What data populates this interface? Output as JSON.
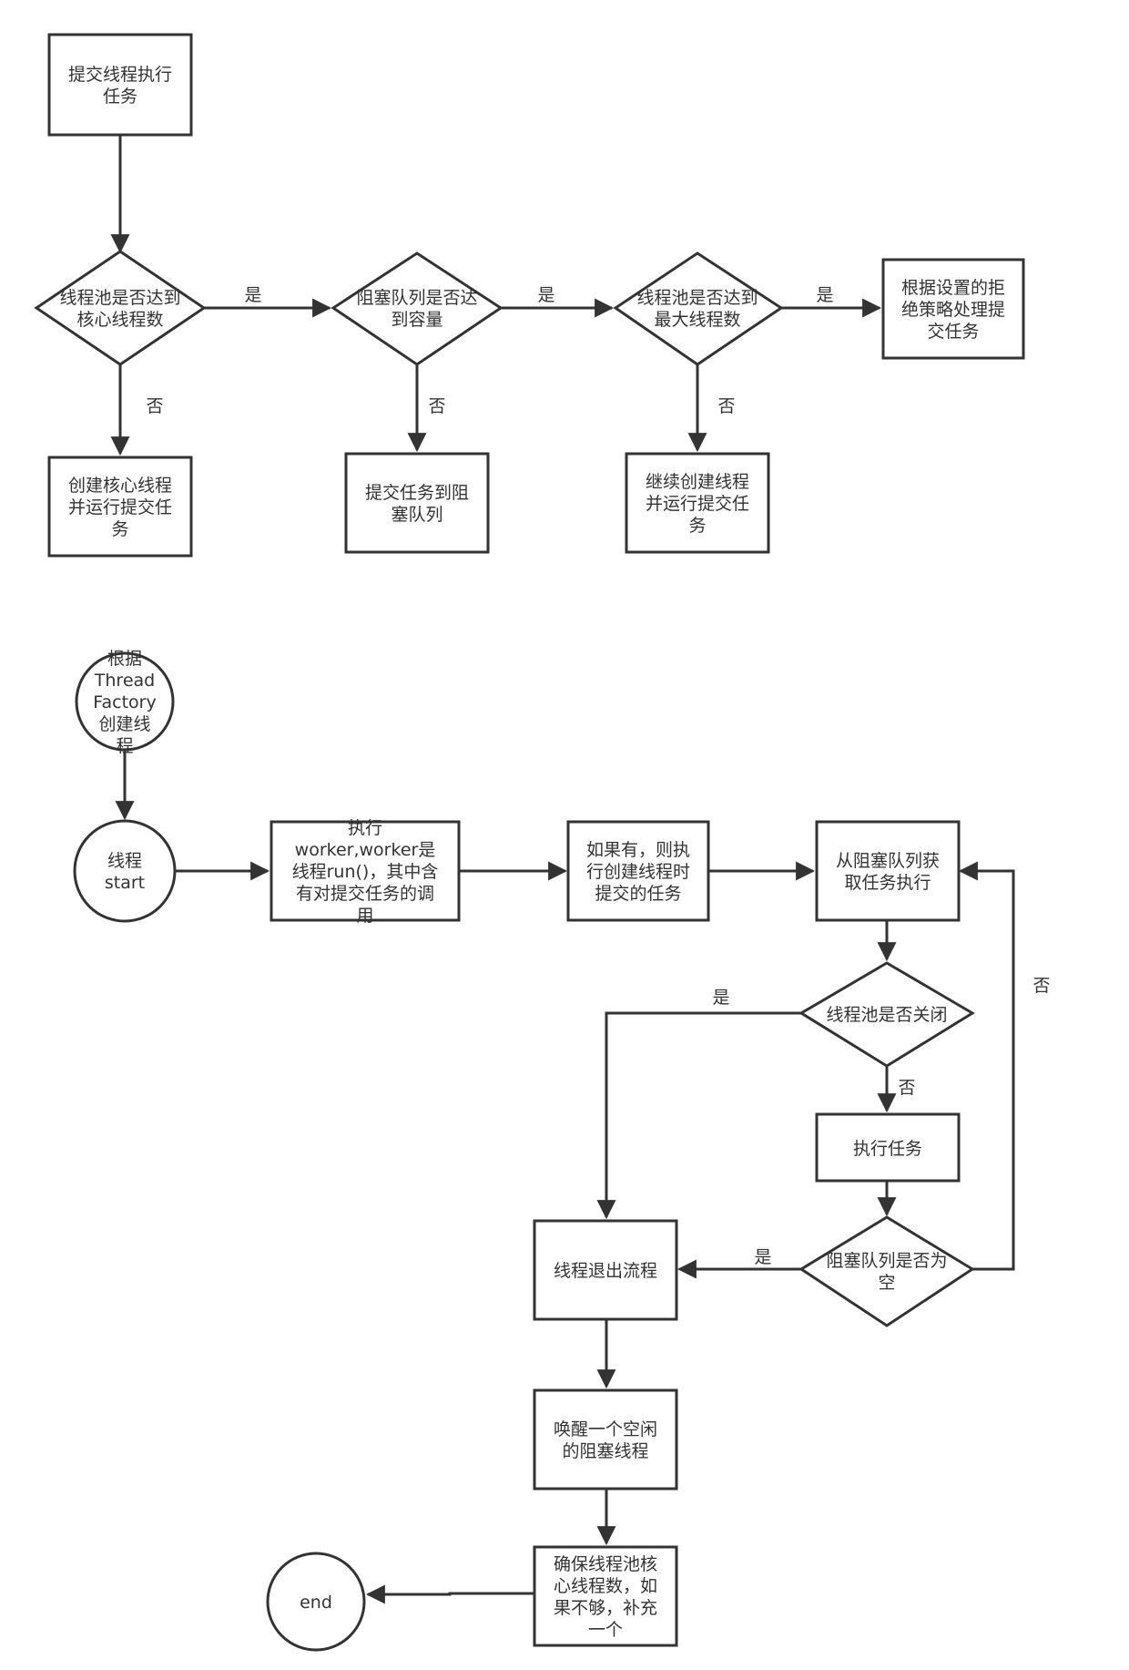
{
  "colors": {
    "stroke": "#333333",
    "background": "#ffffff",
    "text": "#333333"
  },
  "flow1": {
    "submit": [
      "提交线程执行",
      "任务"
    ],
    "check_core": [
      "线程池是否达到",
      "核心线程数"
    ],
    "create_core": [
      "创建核心线程",
      "并运行提交任",
      "务"
    ],
    "check_queue": [
      "阻塞队列是否达",
      "到容量"
    ],
    "enqueue": [
      "提交任务到阻",
      "塞队列"
    ],
    "check_max": [
      "线程池是否达到",
      "最大线程数"
    ],
    "create_more": [
      "继续创建线程",
      "并运行提交任",
      "务"
    ],
    "reject": [
      "根据设置的拒",
      "绝策略处理提",
      "交任务"
    ],
    "yes": "是",
    "no": "否"
  },
  "flow2": {
    "factory": [
      "根据",
      "Thread",
      "Factory",
      "创建线",
      "程"
    ],
    "start": [
      "线程",
      "start"
    ],
    "worker": [
      "执行",
      "worker,worker是",
      "线程run()，其中含",
      "有对提交任务的调",
      "用"
    ],
    "run_first": [
      "如果有，则执",
      "行创建线程时",
      "提交的任务"
    ],
    "take": [
      "从阻塞队列获",
      "取任务执行"
    ],
    "check_shutdown": [
      "线程池是否关闭"
    ],
    "run_task": [
      "执行任务"
    ],
    "check_empty": [
      "阻塞队列是否为",
      "空"
    ],
    "exit": [
      "线程退出流程"
    ],
    "wake": [
      "唤醒一个空闲",
      "的阻塞线程"
    ],
    "ensure": [
      "确保线程池核",
      "心线程数，如",
      "果不够，补充",
      "一个"
    ],
    "end": [
      "end"
    ],
    "yes": "是",
    "no": "否"
  }
}
